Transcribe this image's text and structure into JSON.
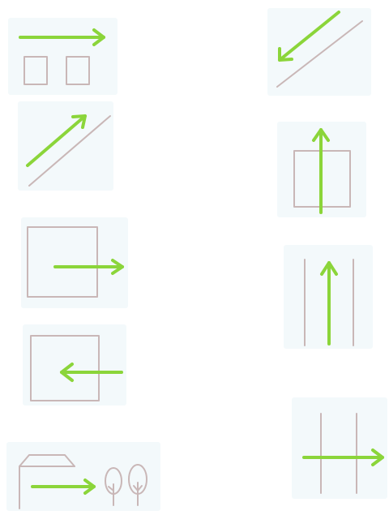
{
  "colors": {
    "arrow": "#8bd53a",
    "outline": "#c9b7b7",
    "tile_background": "#f3f9fb",
    "page_background": "#ffffff"
  },
  "icons": [
    {
      "name": "arrow-right-over-two-squares-icon",
      "column": "left",
      "row": 1
    },
    {
      "name": "arrow-down-left-along-diagonal-line-icon",
      "column": "right",
      "row": 1
    },
    {
      "name": "arrow-up-right-along-diagonal-line-icon",
      "column": "left",
      "row": 2
    },
    {
      "name": "arrow-up-through-square-icon",
      "column": "right",
      "row": 2
    },
    {
      "name": "arrow-right-exiting-square-icon",
      "column": "left",
      "row": 3
    },
    {
      "name": "arrow-up-between-parallel-lines-icon",
      "column": "right",
      "row": 3
    },
    {
      "name": "arrow-left-entering-square-icon",
      "column": "left",
      "row": 4
    },
    {
      "name": "arrow-right-crossing-parallel-lines-icon",
      "column": "right",
      "row": 5
    },
    {
      "name": "arrow-from-house-to-trees-icon",
      "column": "left",
      "row": 5
    }
  ]
}
